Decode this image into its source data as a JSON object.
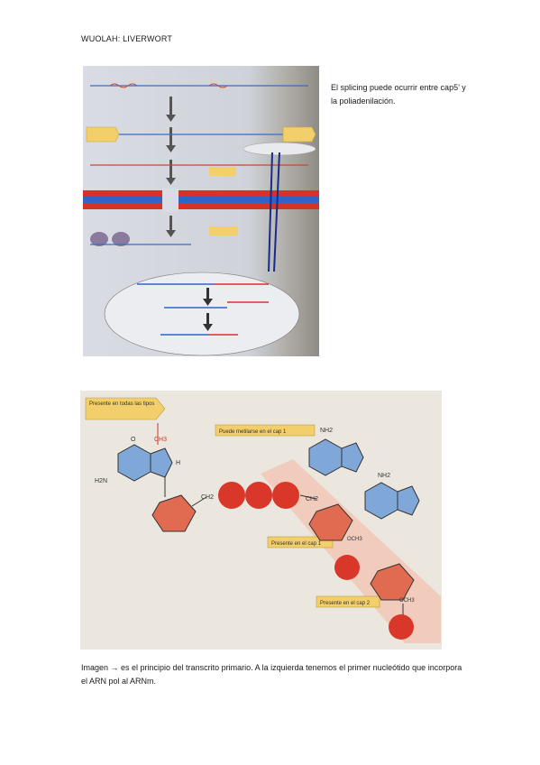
{
  "header": {
    "title": "WUOLAH: LIVERWORT"
  },
  "side_note": {
    "text": "El splicing puede ocurrir entre cap5’ y la poliadenilación."
  },
  "figure2": {
    "labels": {
      "box1": "Presente en todas las tipos",
      "box2": "Puede metilarse en el cap 1",
      "box3": "Presente en el cap 1",
      "box4": "Presente en el cap 2"
    },
    "chem": {
      "ch3": "CH3",
      "nh2": "NH2",
      "o": "O",
      "h": "H",
      "ch2": "CH2",
      "och3": "OCH3",
      "h2n": "H2N"
    }
  },
  "caption": {
    "text": "Imagen → es el principio del transcrito primario. A la izquierda tenemos el primer nucleótido que incorpora el ARN pol al ARNm."
  },
  "colors": {
    "membrane_red": "#d8312b",
    "membrane_blue": "#2d66c7",
    "phosphate_red": "#d8372a",
    "base_blue": "#7fa8d8",
    "label_yellow": "#f2cf6a"
  }
}
